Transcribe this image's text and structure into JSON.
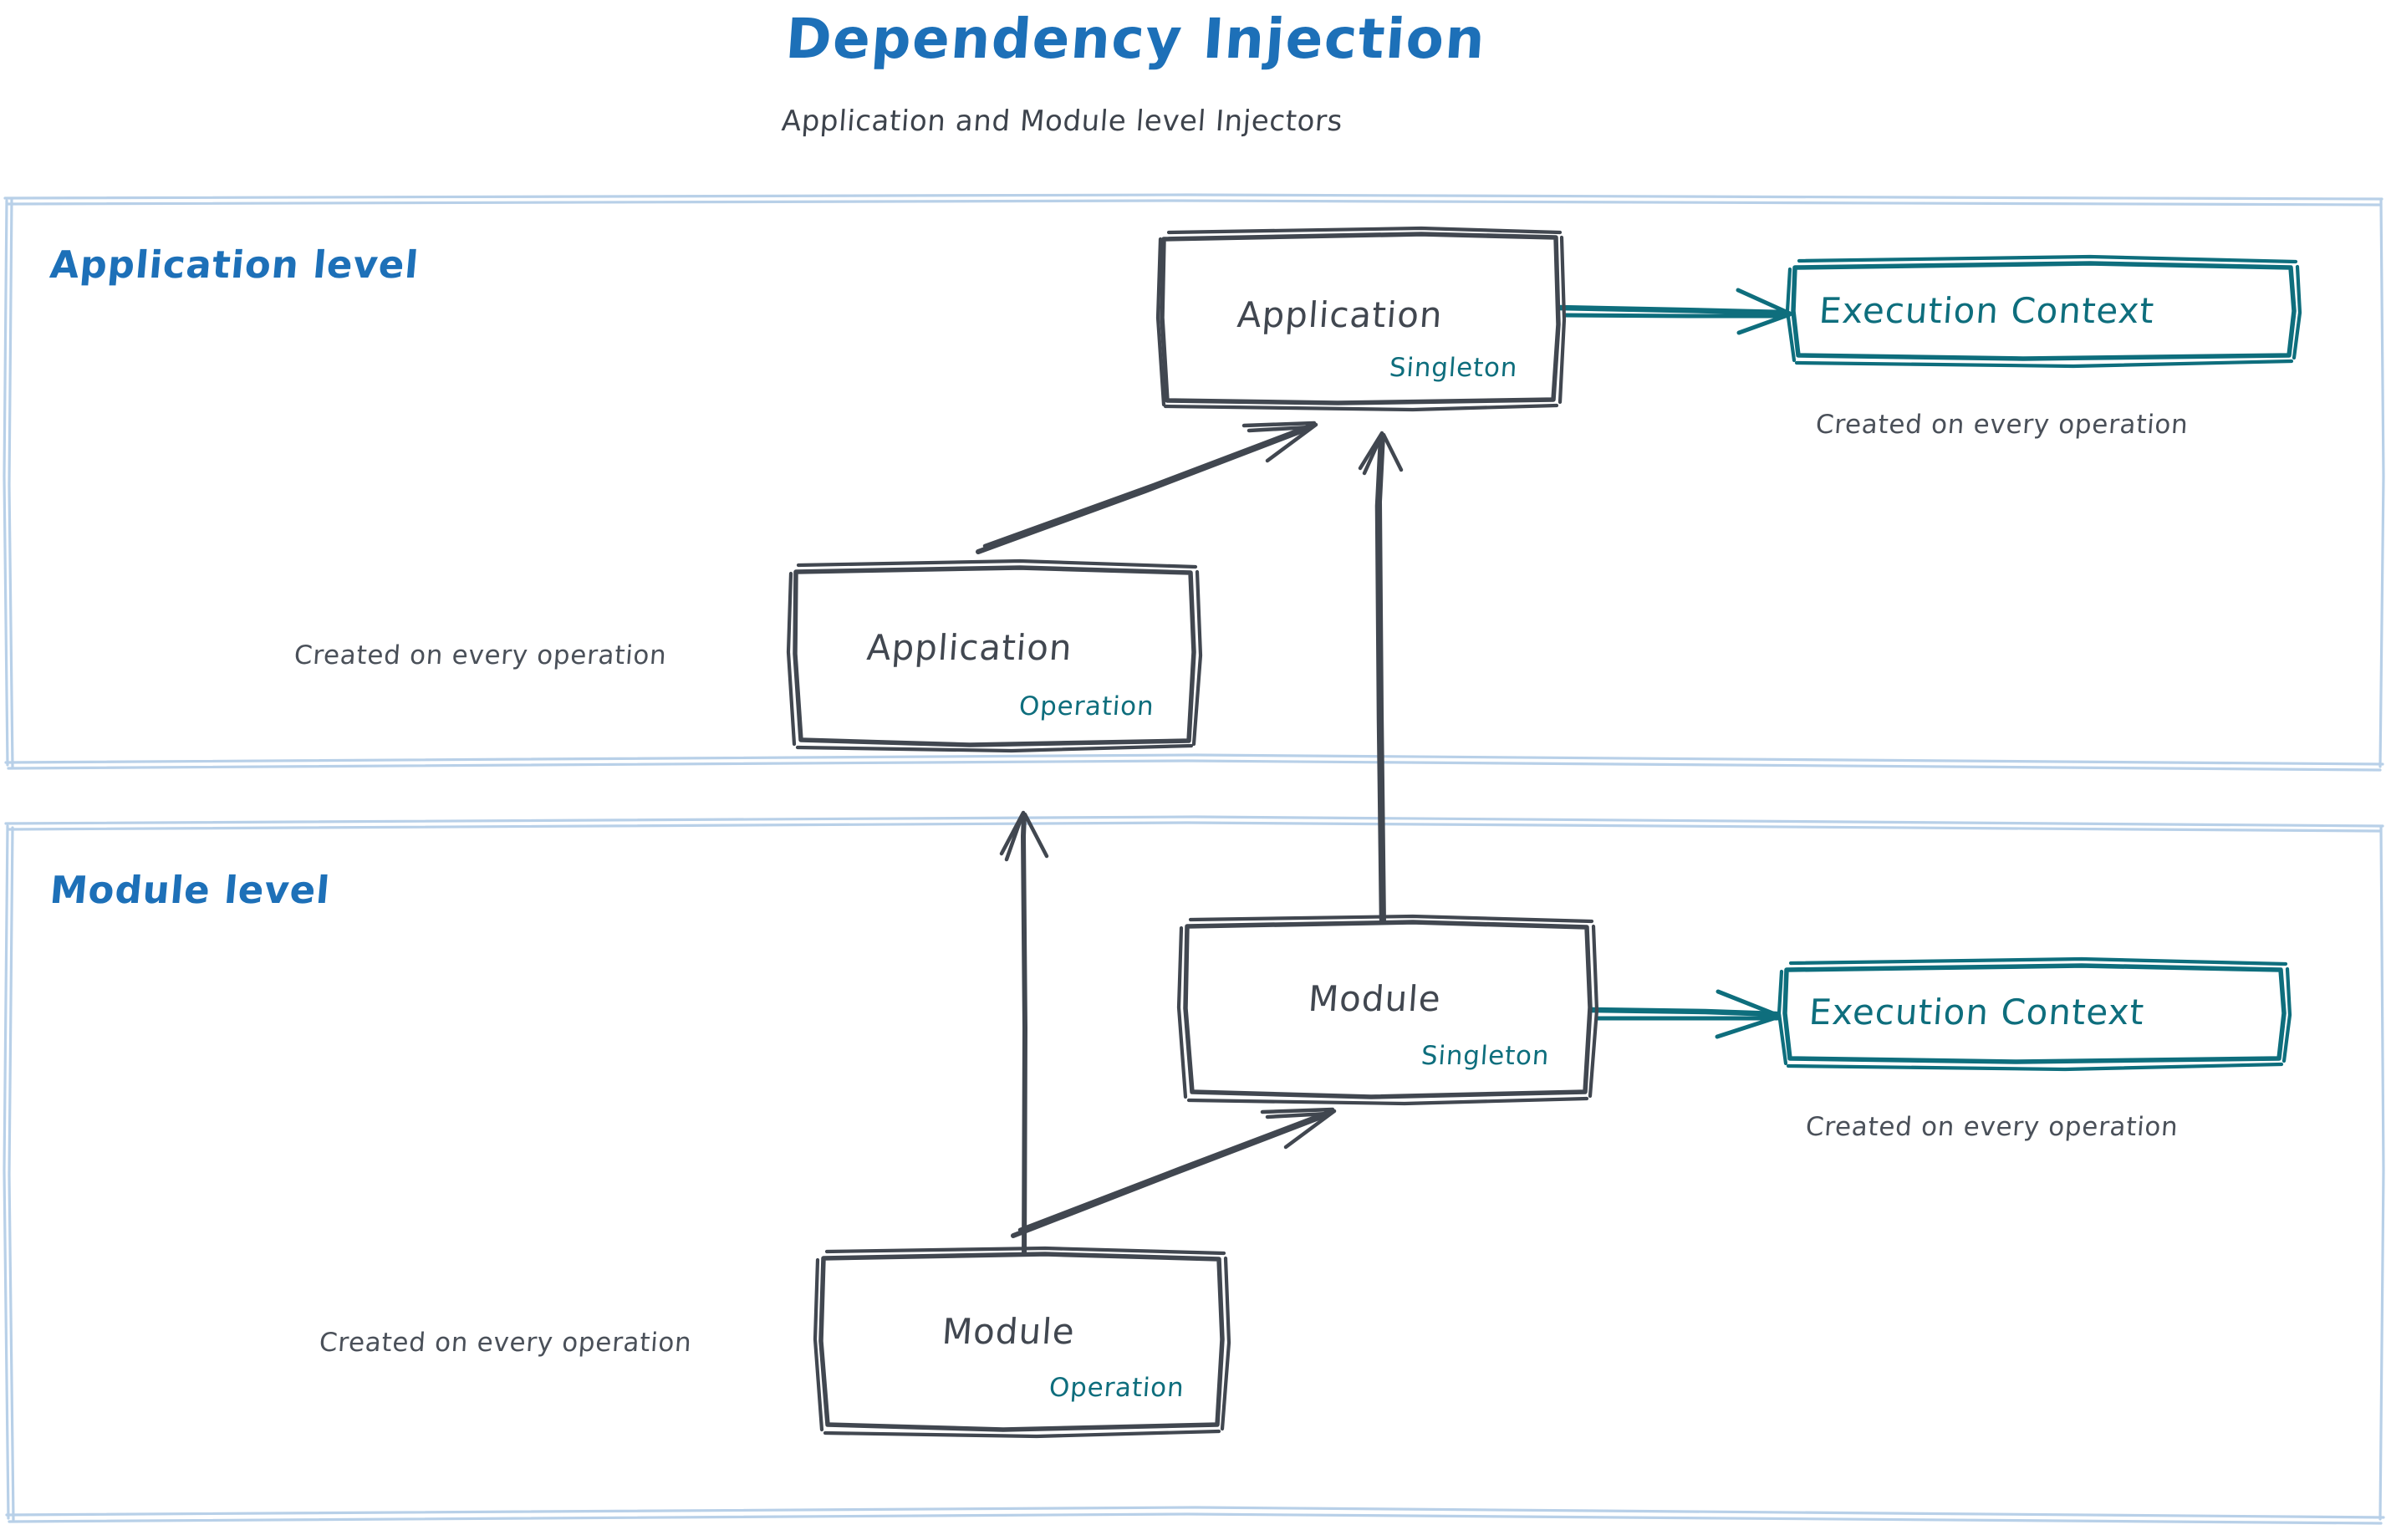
{
  "header": {
    "title": "Dependency Injection",
    "subtitle": "Application and Module level Injectors",
    "title_color": "#1d70b8",
    "subtitle_color": "#3d434c"
  },
  "colors": {
    "blue": "#1d70b8",
    "container_border": "#b8d0e8",
    "node_stroke": "#414750",
    "teal": "#0e6e7d",
    "text_dark": "#414750"
  },
  "groups": [
    {
      "label": "Application level",
      "nodes": [
        {
          "name": "Application",
          "scope": "Singleton",
          "caption": ""
        },
        {
          "name": "Application",
          "scope": "Operation",
          "caption": "Created on every operation"
        }
      ],
      "context": {
        "label": "Execution Context",
        "caption": "Created on every operation"
      }
    },
    {
      "label": "Module level",
      "nodes": [
        {
          "name": "Module",
          "scope": "Singleton",
          "caption": ""
        },
        {
          "name": "Module",
          "scope": "Operation",
          "caption": "Created on every operation"
        }
      ],
      "context": {
        "label": "Execution Context",
        "caption": "Created on every operation"
      }
    }
  ],
  "labels": {
    "app_singleton_name": "Application",
    "app_singleton_scope": "Singleton",
    "app_operation_name": "Application",
    "app_operation_scope": "Operation",
    "app_operation_caption": "Created on every operation",
    "app_context_label": "Execution Context",
    "app_context_caption": "Created on every operation",
    "mod_singleton_name": "Module",
    "mod_singleton_scope": "Singleton",
    "mod_operation_name": "Module",
    "mod_operation_scope": "Operation",
    "mod_operation_caption": "Created on every operation",
    "mod_context_label": "Execution Context",
    "mod_context_caption": "Created on every operation",
    "group_app": "Application level",
    "group_mod": "Module level"
  },
  "arrows": [
    {
      "name": "app-operation-to-app-singleton",
      "kind": "diagonal",
      "color": "#414750"
    },
    {
      "name": "app-singleton-to-execution-context",
      "kind": "horizontal",
      "color": "#0e6e7d"
    },
    {
      "name": "module-singleton-to-app-singleton",
      "kind": "vertical",
      "color": "#414750"
    },
    {
      "name": "module-operation-to-app-operation",
      "kind": "vertical",
      "color": "#414750"
    },
    {
      "name": "module-operation-to-module-singleton",
      "kind": "diagonal",
      "color": "#414750"
    },
    {
      "name": "module-singleton-to-execution-context",
      "kind": "horizontal",
      "color": "#0e6e7d"
    }
  ]
}
